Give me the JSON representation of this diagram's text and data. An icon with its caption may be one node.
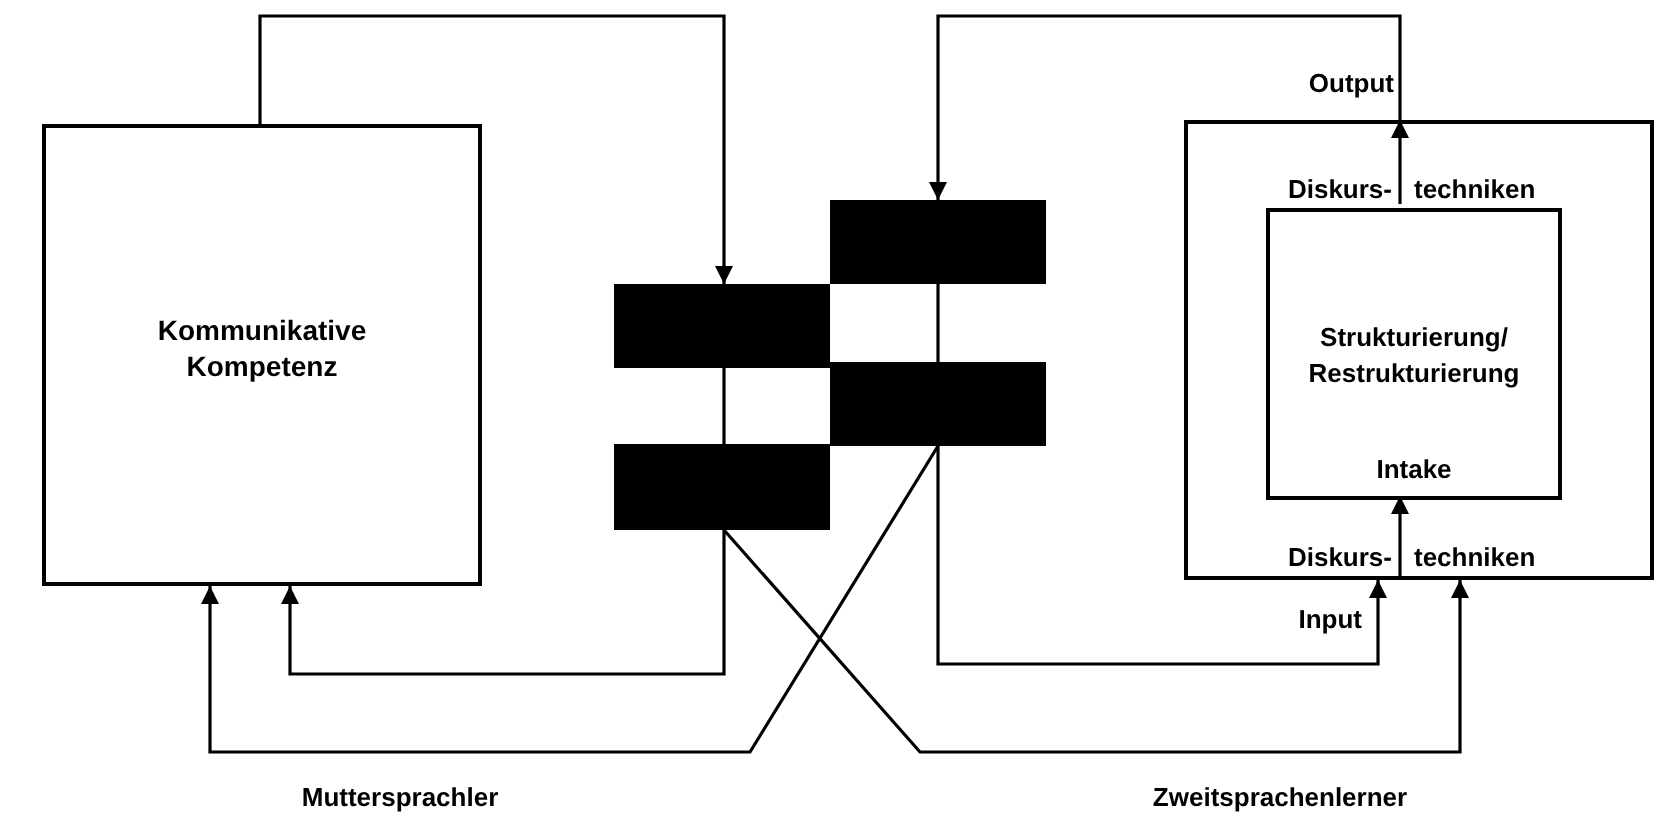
{
  "diagram": {
    "nodes": [
      {
        "text": [
          "Kommunikative Kompetenz"
        ]
      },
      {
        "text": [],
        "shape": "bar"
      },
      {
        "text": [],
        "shape": "bar"
      },
      {
        "text": [],
        "shape": "bar"
      },
      {
        "text": [],
        "shape": "bar"
      },
      {
        "text": [
          "Diskurs-",
          "techniken",
          "Diskurs-",
          "techniken"
        ]
      },
      {
        "text": [
          "Strukturierung/ Restrukturierung",
          "Intake"
        ],
        "in": 5
      }
    ],
    "edges": [
      {
        "from": 0,
        "to": 2,
        "arrow": "to"
      },
      {
        "from": 6,
        "to": 5,
        "arrow": "to"
      },
      {
        "from": 5,
        "to": 1,
        "arrow": "to",
        "label": "Output"
      },
      {
        "from": 2,
        "to": 4,
        "arrow": "none"
      },
      {
        "from": 4,
        "to": 0,
        "arrow": "to"
      },
      {
        "from": 4,
        "to": 5,
        "arrow": "to"
      },
      {
        "from": 1,
        "to": 3,
        "arrow": "none"
      },
      {
        "from": 3,
        "to": 5,
        "arrow": "to",
        "label": "Input"
      },
      {
        "from": 3,
        "to": 0,
        "arrow": "to"
      },
      {
        "from": 5,
        "to": 6,
        "arrow": "to"
      }
    ],
    "labels": [
      "Muttersprachler",
      "Zweitsprachenlerner"
    ]
  }
}
